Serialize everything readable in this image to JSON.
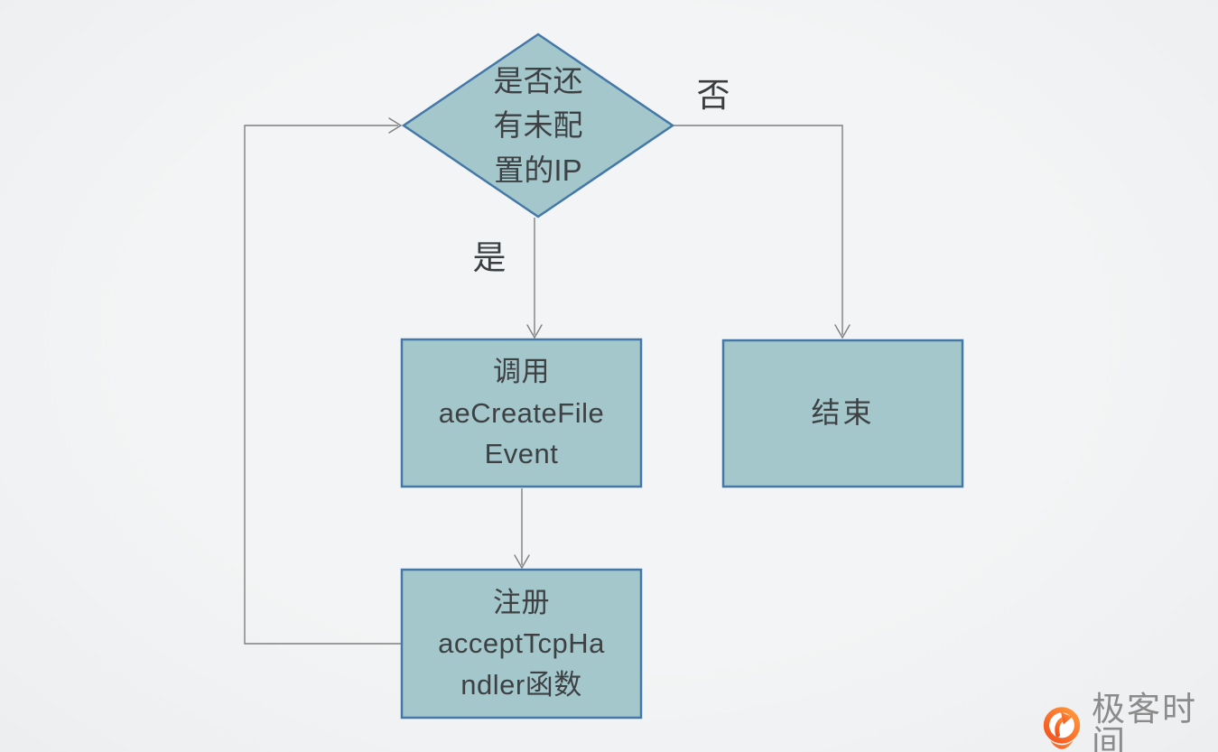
{
  "flowchart": {
    "decision": {
      "label": "是否还\n有未配\n置的IP"
    },
    "branch_yes": {
      "label": "是"
    },
    "branch_no": {
      "label": "否"
    },
    "process_call": {
      "label": "调用\naeCreateFile\nEvent"
    },
    "process_register": {
      "label": "注册\nacceptTcpHa\nndler函数"
    },
    "terminator_end": {
      "label": "结束"
    }
  },
  "footer": {
    "brand": "极客时间"
  },
  "colors": {
    "background": "#f1f3f4",
    "node_fill": "#a4c7cb",
    "node_border": "#4478a8",
    "connector": "#7e8080",
    "node_text": "#3e4144",
    "logo_orange_light": "#ff9a3d",
    "logo_orange_dark": "#f4511e",
    "logo_text": "#8b8b8b"
  }
}
